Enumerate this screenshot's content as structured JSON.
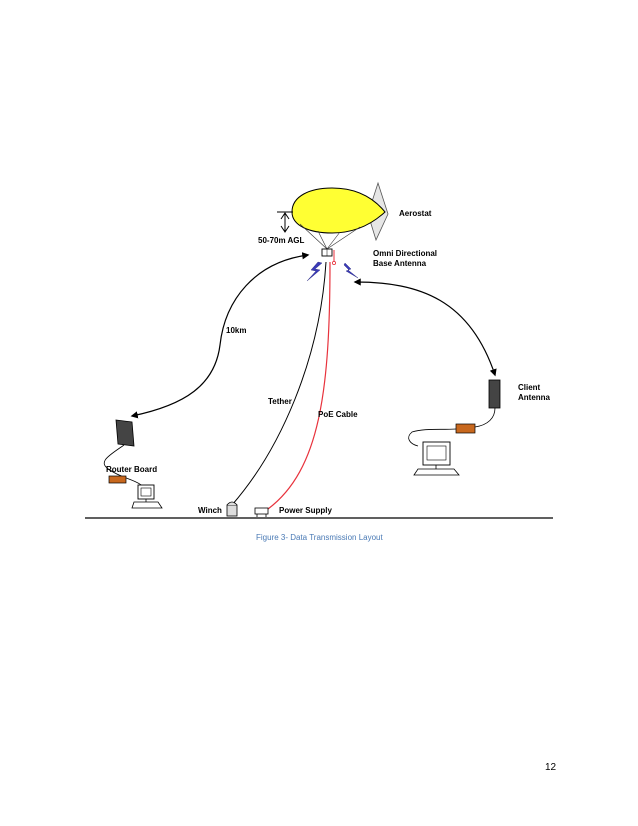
{
  "diagram": {
    "labels": {
      "aerostat": "Aerostat",
      "altitude": "50-70m AGL",
      "antenna_line1": "Omni Directional",
      "antenna_line2": "Base Antenna",
      "distance": "10km",
      "tether": "Tether",
      "poe_cable": "PoE Cable",
      "client_antenna_line1": "Client",
      "client_antenna_line2": "Antenna",
      "router_board": "Router Board",
      "winch": "Winch",
      "power_supply": "Power Supply"
    },
    "colors": {
      "balloon": "#ffff33",
      "poe_cable": "#e8323c",
      "router": "#c8681e",
      "lightning": "#3a3ab8",
      "line": "#000000"
    }
  },
  "caption": "Figure 3- Data Transmission Layout",
  "page_number": "12"
}
